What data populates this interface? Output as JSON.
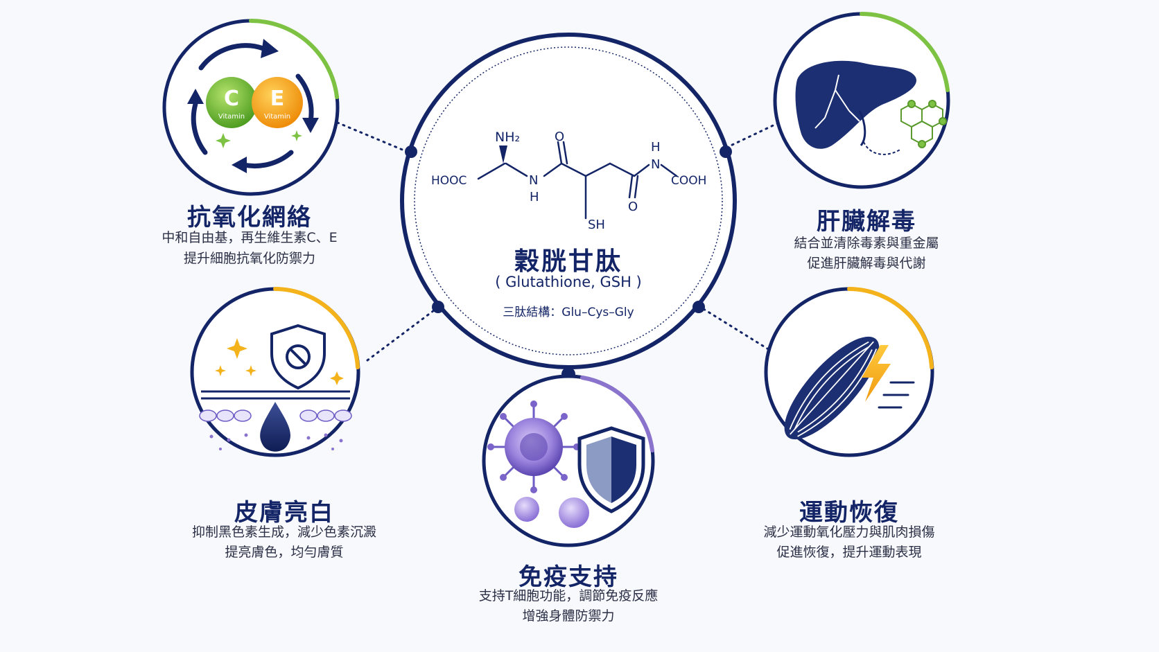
{
  "center": {
    "name": "穀胱甘肽",
    "english": "( Glutathione, GSH )",
    "structure": "三肽結構：Glu–Cys–Gly",
    "molecule": {
      "nh2": "NH₂",
      "hooc": "HOOC",
      "cooh": "COOH",
      "o_top": "O",
      "o_bottom": "O",
      "n_left": "N",
      "h_left": "H",
      "n_right": "N",
      "h_right": "H",
      "sh": "SH"
    }
  },
  "benefits": {
    "antioxidant": {
      "title": "抗氧化網絡",
      "line1": "中和自由基，再生維生素C、E",
      "line2": "提升細胞抗氧化防禦力",
      "vitamin_c": "C",
      "vitamin_e": "E",
      "vitamin_label": "Vitamin",
      "accent": "#7dc242"
    },
    "liver": {
      "title": "肝臟解毒",
      "line1": "結合並清除毒素與重金屬",
      "line2": "促進肝臟解毒與代謝",
      "accent": "#7dc242"
    },
    "skin": {
      "title": "皮膚亮白",
      "line1": "抑制黑色素生成，減少色素沉澱",
      "line2": "提亮膚色，均勻膚質",
      "accent": "#f4b21b"
    },
    "exercise": {
      "title": "運動恢復",
      "line1": "減少運動氧化壓力與肌肉損傷",
      "line2": "促進恢復，提升運動表現",
      "accent": "#f4b21b"
    },
    "immune": {
      "title": "免疫支持",
      "line1": "支持T細胞功能，調節免疫反應",
      "line2": "增強身體防禦力",
      "accent": "#8a73cc"
    }
  },
  "colors": {
    "navy": "#142567",
    "green": "#7dc242",
    "yellow": "#f4b21b",
    "purple": "#8a73cc"
  }
}
